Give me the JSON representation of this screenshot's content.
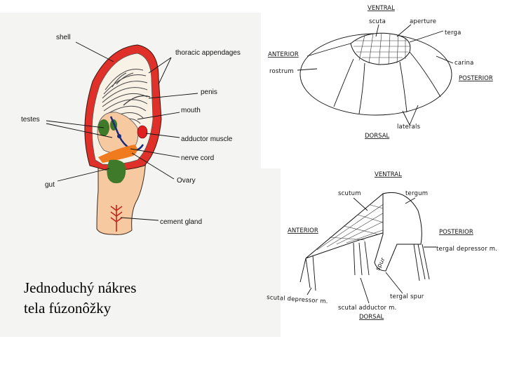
{
  "left_diagram": {
    "labels": {
      "shell": "shell",
      "thoracic": "thoracic appendages",
      "penis": "penis",
      "mouth": "mouth",
      "testes": "testes",
      "adductor": "adductor muscle",
      "nerve": "nerve cord",
      "gut": "gut",
      "ovary": "Ovary",
      "cement": "cement gland"
    },
    "colors": {
      "shell": "#e0302a",
      "body": "#f7c9a0",
      "gut": "#3f7a2a",
      "ovary": "#f07a1e",
      "nerve": "#1b2a7a",
      "adductor": "#e02020"
    }
  },
  "top_right_diagram": {
    "labels": {
      "ventral": "VENTRAL",
      "scuta": "scuta",
      "aperture": "aperture",
      "terga": "terga",
      "anterior": "ANTERIOR",
      "rostrum": "rostrum",
      "carina": "carina",
      "posterior": "POSTERIOR",
      "laterals": "laterals",
      "dorsal": "DORSAL"
    }
  },
  "bottom_right_diagram": {
    "labels": {
      "ventral": "VENTRAL",
      "scutum": "scutum",
      "tergum": "tergum",
      "anterior": "ANTERIOR",
      "posterior": "POSTERIOR",
      "tergal_depressor": "tergal depressor m.",
      "scutal_depressor": "scutal depressor m.",
      "tergal_spur": "tergal spur",
      "scutal_adductor": "scutal adductor m.",
      "dorsal": "DORSAL",
      "spur": "spur"
    }
  },
  "caption": {
    "line1": "Jednoduchý nákres",
    "line2": "tela fúzonôžky"
  }
}
